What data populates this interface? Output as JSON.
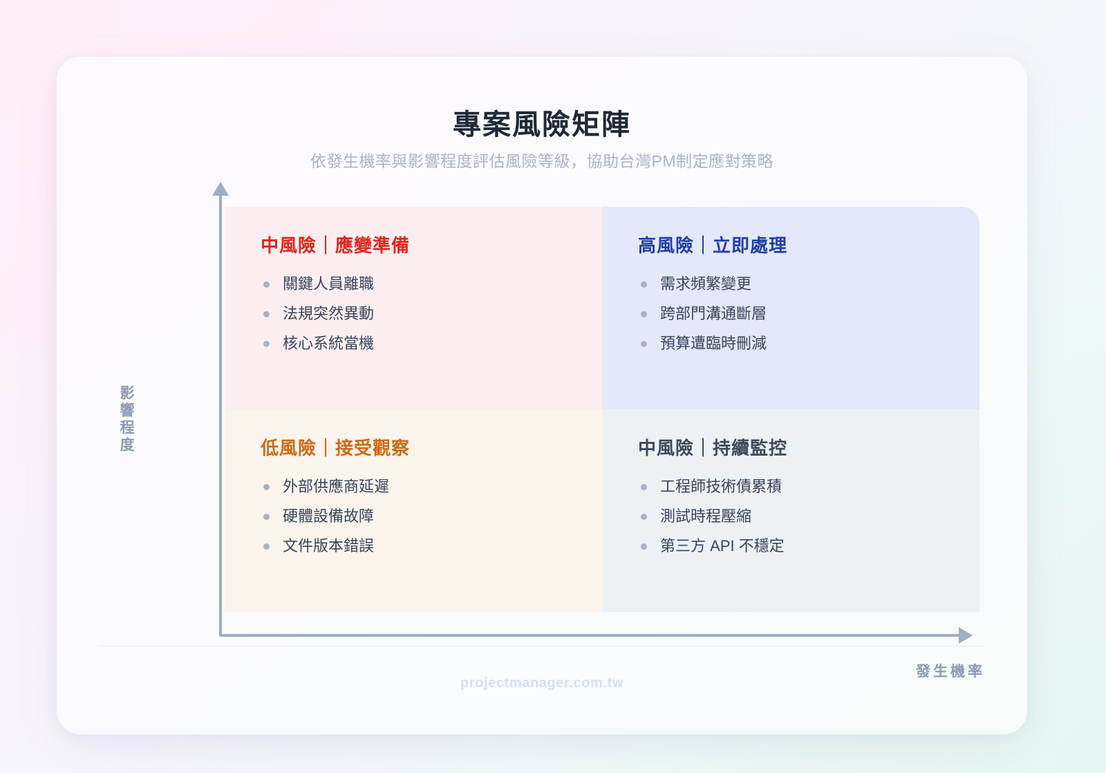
{
  "header": {
    "title": "專案風險矩陣",
    "subtitle": "依發生機率與影響程度評估風險等級，協助台灣PM制定應對策略"
  },
  "axes": {
    "y_label": "影響程度",
    "x_label": "發生機率"
  },
  "quadrants": [
    {
      "key": "top-left",
      "title": "中風險｜應變準備",
      "level": "中風險",
      "action": "應變準備",
      "color": "#e0251b",
      "background": "#fceef0",
      "items": [
        "關鍵人員離職",
        "法規突然異動",
        "核心系統當機"
      ]
    },
    {
      "key": "top-right",
      "title": "高風險｜立即處理",
      "level": "高風險",
      "action": "立即處理",
      "color": "#1f3fa8",
      "background": "#e3e8fa",
      "items": [
        "需求頻繁變更",
        "跨部門溝通斷層",
        "預算遭臨時刪減"
      ]
    },
    {
      "key": "bottom-left",
      "title": "低風險｜接受觀察",
      "level": "低風險",
      "action": "接受觀察",
      "color": "#cc6a17",
      "background": "#faf4ec",
      "items": [
        "外部供應商延遲",
        "硬體設備故障",
        "文件版本錯誤"
      ]
    },
    {
      "key": "bottom-right",
      "title": "中風險｜持續監控",
      "level": "中風險",
      "action": "持續監控",
      "color": "#3d4a5c",
      "background": "#eef1f4",
      "items": [
        "工程師技術債累積",
        "測試時程壓縮",
        "第三方 API 不穩定"
      ]
    }
  ],
  "footer": {
    "site": "projectmanager.com.tw"
  }
}
